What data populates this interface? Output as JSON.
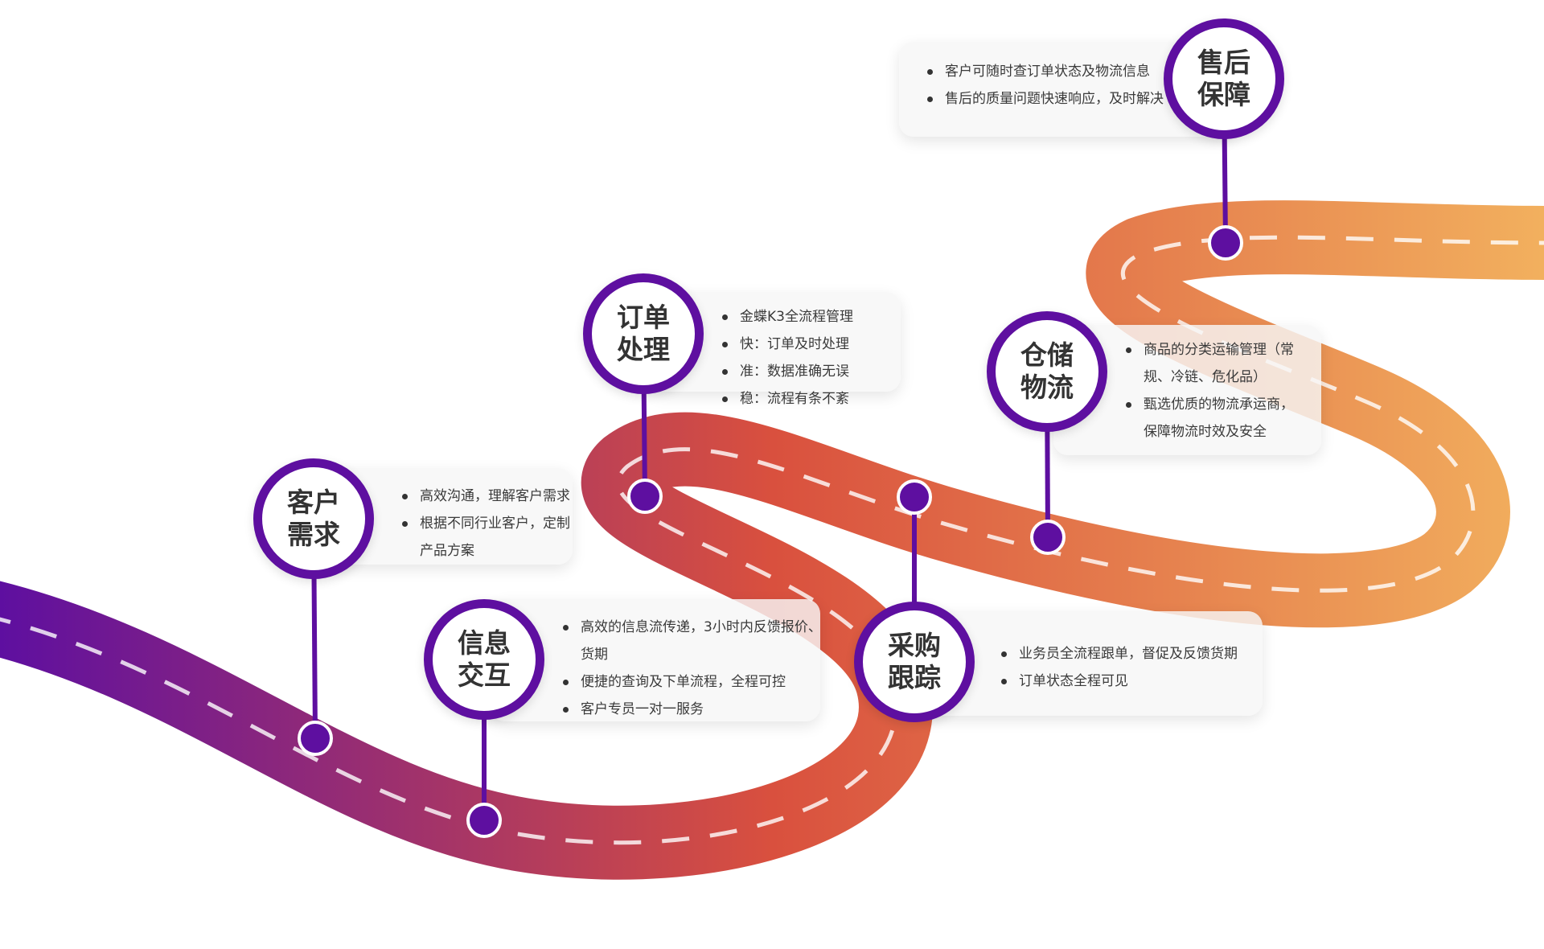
{
  "stages": [
    {
      "id": "customer-demand",
      "title_line1": "客户",
      "title_line2": "需求",
      "items": [
        [
          "高效沟通，理解客户需求"
        ],
        [
          "根据不同行业客户，定制",
          "产品方案"
        ]
      ]
    },
    {
      "id": "info-exchange",
      "title_line1": "信息",
      "title_line2": "交互",
      "items": [
        [
          "高效的信息流传递，3小时内反馈报价、",
          "货期"
        ],
        [
          "便捷的查询及下单流程，全程可控"
        ],
        [
          "客户专员一对一服务"
        ]
      ]
    },
    {
      "id": "order-processing",
      "title_line1": "订单",
      "title_line2": "处理",
      "items": [
        [
          "金蝶K3全流程管理"
        ],
        [
          "快：订单及时处理"
        ],
        [
          "准：数据准确无误"
        ],
        [
          "稳：流程有条不紊"
        ]
      ]
    },
    {
      "id": "purchase-tracking",
      "title_line1": "采购",
      "title_line2": "跟踪",
      "items": [
        [
          "业务员全流程跟单，督促及反馈货期"
        ],
        [
          "订单状态全程可见"
        ]
      ]
    },
    {
      "id": "warehouse-logistics",
      "title_line1": "仓储",
      "title_line2": "物流",
      "items": [
        [
          "商品的分类运输管理（常",
          "规、冷链、危化品）"
        ],
        [
          "甄选优质的物流承运商，",
          "保障物流时效及安全"
        ]
      ]
    },
    {
      "id": "after-sales",
      "title_line1": "售后",
      "title_line2": "保障",
      "items": [
        [
          "客户可随时查订单状态及物流信息"
        ],
        [
          "售后的质量问题快速响应，及时解决"
        ]
      ]
    }
  ],
  "colors": {
    "accent": "#5e0fa0",
    "road_start": "#5e0fa0",
    "road_mid": "#d9503e",
    "road_end": "#f2b05e"
  }
}
